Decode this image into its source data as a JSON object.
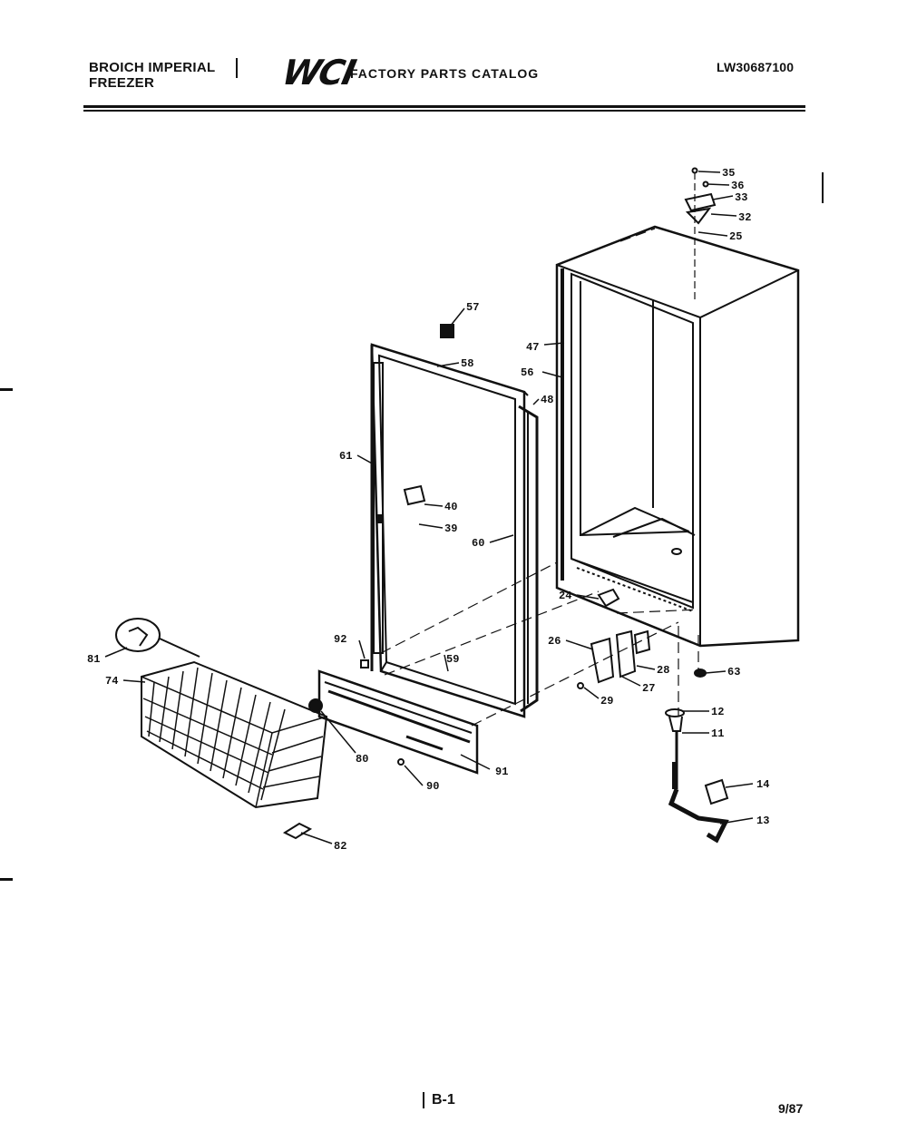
{
  "header": {
    "brand_line1": "BROICH IMPERIAL",
    "brand_line2": "FREEZER",
    "logo": "WCI",
    "catalog_title": "FACTORY PARTS CATALOG",
    "model_number": "LW30687100"
  },
  "parts": [
    {
      "id": "35",
      "label": "35"
    },
    {
      "id": "36",
      "label": "36"
    },
    {
      "id": "33",
      "label": "33"
    },
    {
      "id": "32",
      "label": "32"
    },
    {
      "id": "25",
      "label": "25"
    },
    {
      "id": "57",
      "label": "57"
    },
    {
      "id": "47",
      "label": "47"
    },
    {
      "id": "58",
      "label": "58"
    },
    {
      "id": "56",
      "label": "56"
    },
    {
      "id": "48",
      "label": "48"
    },
    {
      "id": "61",
      "label": "61"
    },
    {
      "id": "40",
      "label": "40"
    },
    {
      "id": "39",
      "label": "39"
    },
    {
      "id": "60",
      "label": "60"
    },
    {
      "id": "24",
      "label": "24"
    },
    {
      "id": "92",
      "label": "92"
    },
    {
      "id": "26",
      "label": "26"
    },
    {
      "id": "81",
      "label": "81"
    },
    {
      "id": "59",
      "label": "59"
    },
    {
      "id": "28",
      "label": "28"
    },
    {
      "id": "63",
      "label": "63"
    },
    {
      "id": "74",
      "label": "74"
    },
    {
      "id": "27",
      "label": "27"
    },
    {
      "id": "29",
      "label": "29"
    },
    {
      "id": "12",
      "label": "12"
    },
    {
      "id": "11",
      "label": "11"
    },
    {
      "id": "80",
      "label": "80"
    },
    {
      "id": "91",
      "label": "91"
    },
    {
      "id": "90",
      "label": "90"
    },
    {
      "id": "14",
      "label": "14"
    },
    {
      "id": "13",
      "label": "13"
    },
    {
      "id": "82",
      "label": "82"
    }
  ],
  "footer": {
    "page_number": "B-1",
    "date": "9/87"
  }
}
